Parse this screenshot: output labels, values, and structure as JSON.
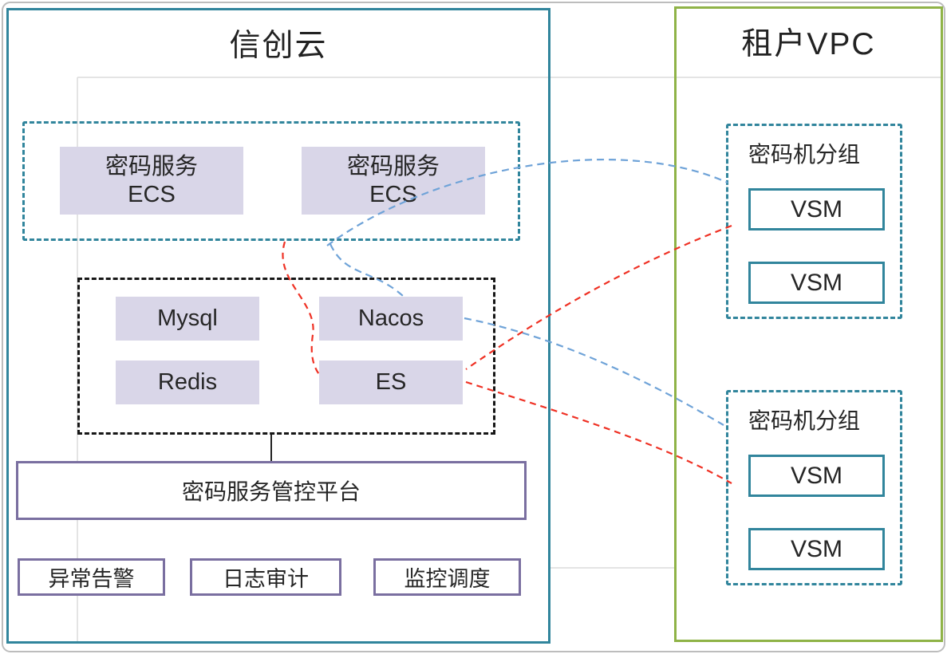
{
  "left_panel": {
    "title": "信创云",
    "ecs_group": {
      "ecs1": {
        "line1": "密码服务",
        "line2": "ECS"
      },
      "ecs2": {
        "line1": "密码服务",
        "line2": "ECS"
      }
    },
    "middleware": {
      "mysql": "Mysql",
      "nacos": "Nacos",
      "redis": "Redis",
      "es": "ES"
    },
    "platform": "密码服务管控平台",
    "ops": {
      "alert": "异常告警",
      "audit": "日志审计",
      "monitor": "监控调度"
    }
  },
  "right_panel": {
    "title": "租户VPC",
    "group1": {
      "label": "密码机分组",
      "vsm1": "VSM",
      "vsm2": "VSM"
    },
    "group2": {
      "label": "密码机分组",
      "vsm1": "VSM",
      "vsm2": "VSM"
    }
  },
  "colors": {
    "teal_border": "#31859C",
    "green_border": "#8FB347",
    "purple_border": "#7A6FA0",
    "lavender_fill": "#D9D6E8",
    "blue_connector": "#6FA3D8",
    "red_connector": "#EF3124",
    "grid_line": "#DCDCDC"
  }
}
